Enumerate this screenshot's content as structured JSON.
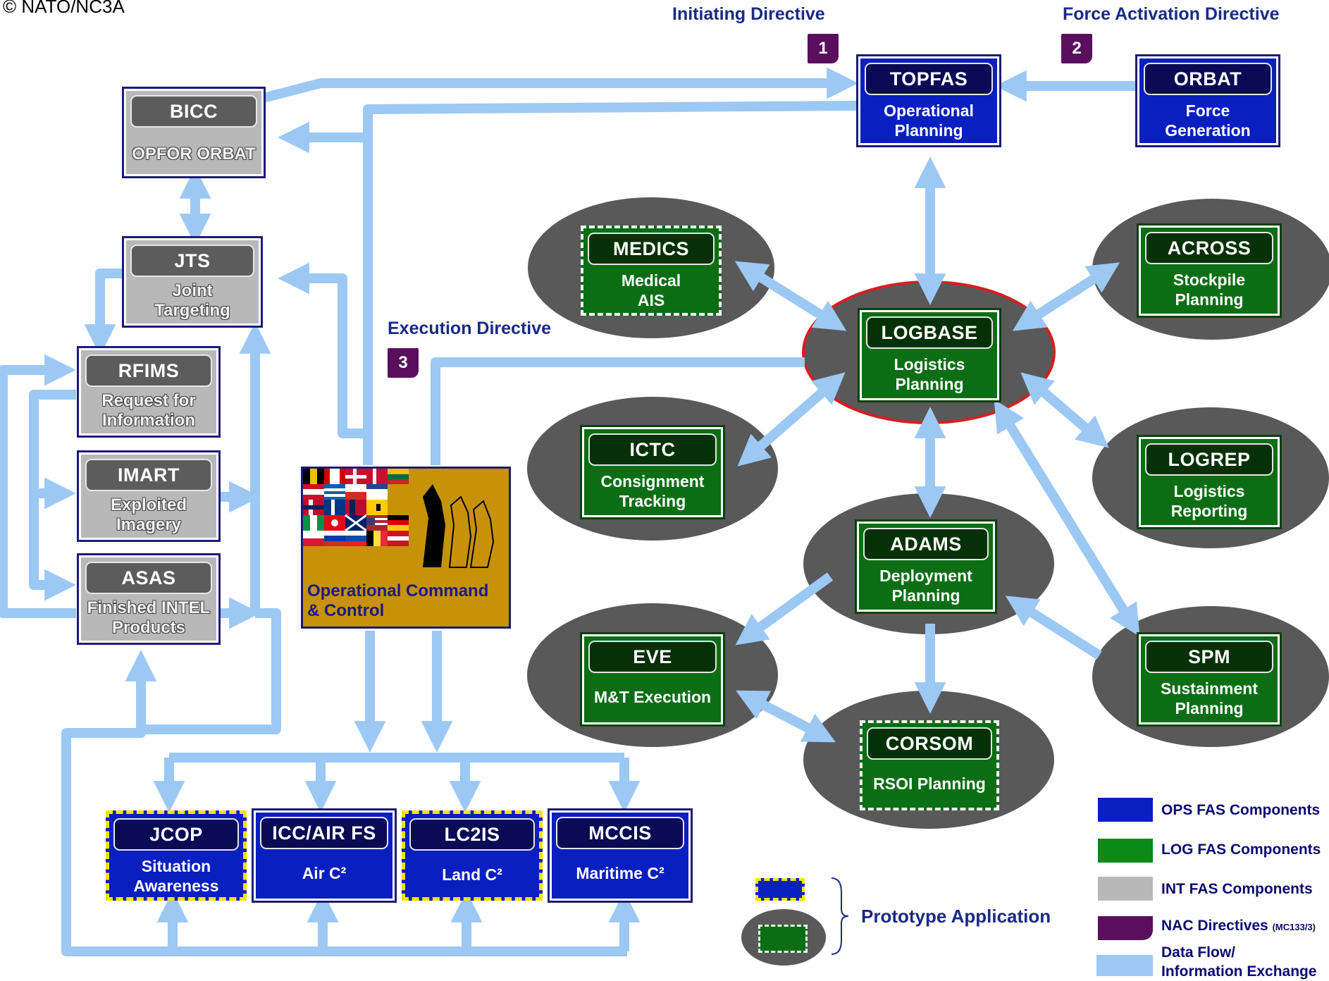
{
  "copyright": "© NATO/NC3A",
  "directives": {
    "initiating": "Initiating Directive",
    "force_activation": "Force Activation Directive",
    "execution": "Execution Directive"
  },
  "tags": [
    "1",
    "2",
    "3"
  ],
  "nodes": {
    "topfas": {
      "title": "TOPFAS",
      "line1": "Operational",
      "line2": "Planning"
    },
    "orbat": {
      "title": "ORBAT",
      "line1": "Force",
      "line2": "Generation"
    },
    "bicc": {
      "title": "BICC",
      "line1": "OPFOR ORBAT"
    },
    "jts": {
      "title": "JTS",
      "line1": "Joint",
      "line2": "Targeting"
    },
    "rfims": {
      "title": "RFIMS",
      "line1": "Request for",
      "line2": "Information"
    },
    "imart": {
      "title": "IMART",
      "line1": "Exploited",
      "line2": "Imagery"
    },
    "asas": {
      "title": "ASAS",
      "line1": "Finished INTEL",
      "line2": "Products"
    },
    "medics": {
      "title": "MEDICS",
      "line1": "Medical",
      "line2": "AIS"
    },
    "across": {
      "title": "ACROSS",
      "line1": "Stockpile",
      "line2": "Planning"
    },
    "logbase": {
      "title": "LOGBASE",
      "line1": "Logistics",
      "line2": "Planning"
    },
    "ictc": {
      "title": "ICTC",
      "line1": "Consignment",
      "line2": "Tracking"
    },
    "logrep": {
      "title": "LOGREP",
      "line1": "Logistics",
      "line2": "Reporting"
    },
    "adams": {
      "title": "ADAMS",
      "line1": "Deployment",
      "line2": "Planning"
    },
    "eve": {
      "title": "EVE",
      "line1": "M&T Execution"
    },
    "spm": {
      "title": "SPM",
      "line1": "Sustainment",
      "line2": "Planning"
    },
    "corsom": {
      "title": "CORSOM",
      "line1": "RSOI Planning"
    },
    "jcop": {
      "title": "JCOP",
      "line1": "Situation",
      "line2": "Awareness"
    },
    "iccair": {
      "title": "ICC/AIR FS",
      "line1": "Air C²"
    },
    "lc2is": {
      "title": "LC2IS",
      "line1": "Land C²"
    },
    "mccis": {
      "title": "MCCIS",
      "line1": "Maritime C²"
    }
  },
  "occ": {
    "line1": "Operational Command",
    "line2": "& Control"
  },
  "legend": {
    "ops": "OPS FAS Components",
    "log": "LOG FAS Components",
    "int": "INT FAS Components",
    "nac": "NAC Directives",
    "nac_note": "(MC133/3)",
    "flow1": "Data Flow/",
    "flow2": "Information Exchange",
    "prototype": "Prototype Application"
  },
  "colors": {
    "ops": "#0a1fc0",
    "log": "#0b6e14",
    "int": "#b8b8b8",
    "nac": "#5a0f5e",
    "flow": "#9cc8f4",
    "ellipse": "#595959",
    "logbase_ring": "#d42020",
    "occ": "#c79208"
  }
}
